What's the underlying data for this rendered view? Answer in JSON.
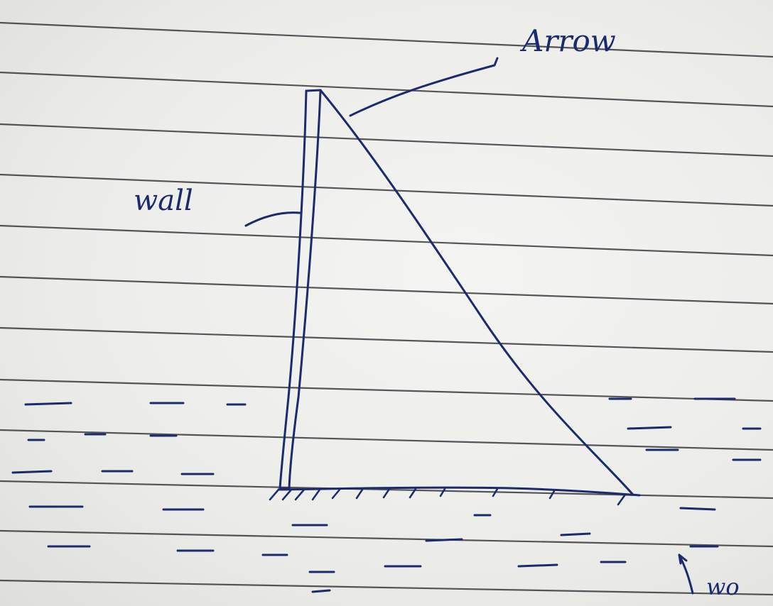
{
  "labels": {
    "wall": "wall",
    "arrow": "Arrow",
    "water": "wo"
  },
  "colors": {
    "ink": "#1c2a6e",
    "rule_lines": "#2a2a30",
    "paper": "#eeeeeb"
  }
}
